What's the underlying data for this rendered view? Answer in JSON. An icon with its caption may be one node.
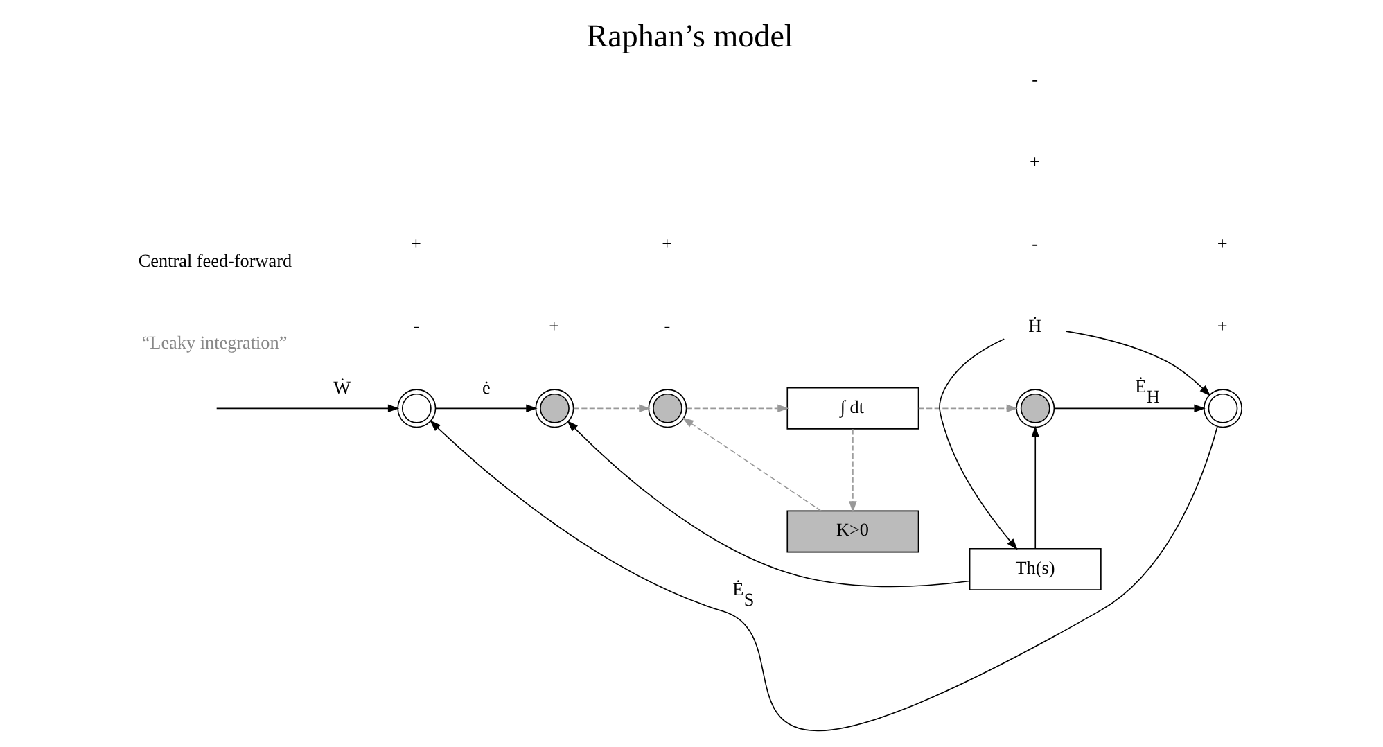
{
  "diagram": {
    "title": "Raphan’s model",
    "nodes": [
      {
        "text": [],
        "shape": "circle"
      },
      {
        "text": [],
        "shape": "circle"
      },
      {
        "text": [],
        "shape": "circle"
      },
      {
        "text": [
          "∫ dt"
        ]
      },
      {
        "text": [
          "K>0"
        ]
      },
      {
        "text": [],
        "shape": "circle"
      },
      {
        "text": [],
        "shape": "circle"
      },
      {
        "text": [
          "Th(s)"
        ]
      },
      {
        "text": [
          "Ḣ"
        ]
      }
    ],
    "edges": [
      {
        "from": null,
        "to": 0,
        "arrow": "to",
        "label": "Ẇ"
      },
      {
        "from": 0,
        "to": 1,
        "arrow": "to",
        "label": "ė"
      },
      {
        "from": 1,
        "to": 2,
        "arrow": "to",
        "style": "dashed",
        "color": "#999999"
      },
      {
        "from": 2,
        "to": 3,
        "arrow": "to",
        "style": "dashed",
        "color": "#999999"
      },
      {
        "from": 3,
        "to": 5,
        "arrow": "to",
        "style": "dashed",
        "color": "#999999"
      },
      {
        "from": 3,
        "to": 4,
        "arrow": "to",
        "style": "dashed",
        "color": "#999999"
      },
      {
        "from": 4,
        "to": 2,
        "arrow": "to",
        "style": "dashed",
        "color": "#999999"
      },
      {
        "from": 5,
        "to": 6,
        "arrow": "to",
        "label": "Ė$_{H}$"
      },
      {
        "from": 6,
        "to": 0,
        "arrow": "to",
        "label": "Ė$_{S}$"
      },
      {
        "from": 7,
        "to": 5,
        "arrow": "to"
      },
      {
        "from": 7,
        "to": 1,
        "arrow": "to"
      },
      {
        "from": 8,
        "to": 7,
        "arrow": "to"
      },
      {
        "from": 8,
        "to": 6,
        "arrow": "to"
      }
    ],
    "labels": [
      "“Leaky integration”",
      "-",
      "-",
      "+",
      "+",
      "+",
      "-",
      "+",
      "+",
      "-",
      "+",
      "Central feed-forward"
    ]
  }
}
